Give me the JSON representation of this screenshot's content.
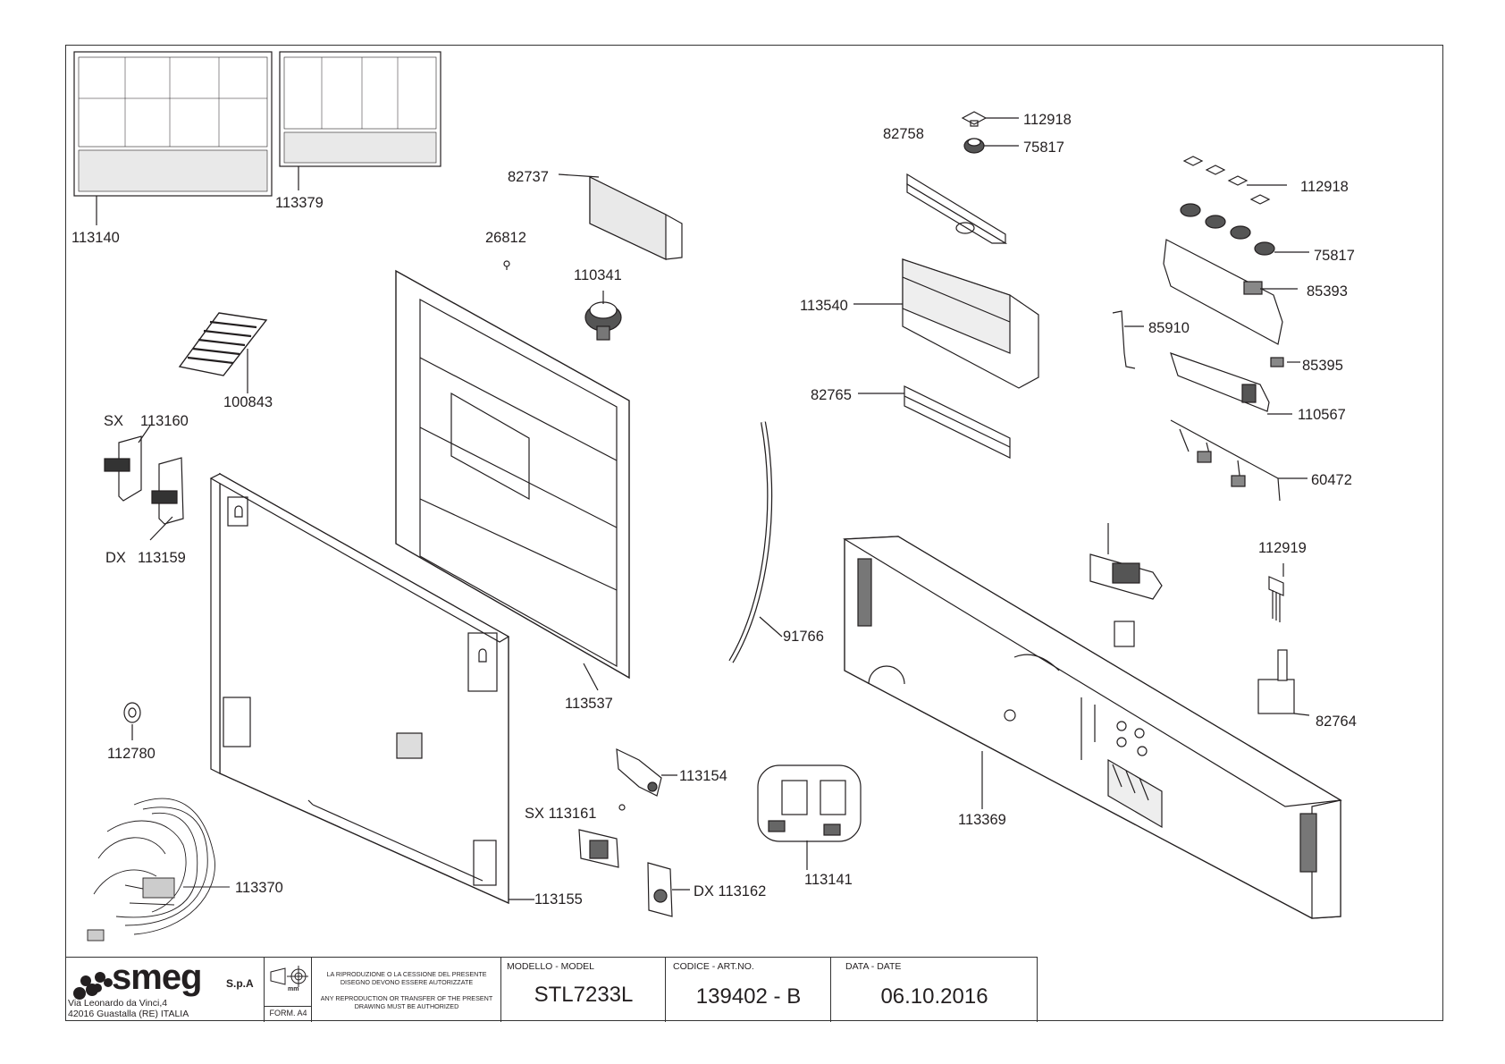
{
  "parts": [
    {
      "code": "113140"
    },
    {
      "code": "113379"
    },
    {
      "code": "82737"
    },
    {
      "code": "26812"
    },
    {
      "code": "110341"
    },
    {
      "code": "100843"
    },
    {
      "code": "SX"
    },
    {
      "code": "113160"
    },
    {
      "code": "DX"
    },
    {
      "code": "113159"
    },
    {
      "code": "113537"
    },
    {
      "code": "113155"
    },
    {
      "code": "112780"
    },
    {
      "code": "113370"
    },
    {
      "code": "91766"
    },
    {
      "code": "113154"
    },
    {
      "code": "SX 113161"
    },
    {
      "code": "DX 113162"
    },
    {
      "code": "113141"
    },
    {
      "code": "82758"
    },
    {
      "code": "112918"
    },
    {
      "code": "75817"
    },
    {
      "code": "113540"
    },
    {
      "code": "82765"
    },
    {
      "code": "112918"
    },
    {
      "code": "75817"
    },
    {
      "code": "85393"
    },
    {
      "code": "85910"
    },
    {
      "code": "85395"
    },
    {
      "code": "110567"
    },
    {
      "code": "60472"
    },
    {
      "code": "112919"
    },
    {
      "code": "82764"
    },
    {
      "code": "113369"
    }
  ],
  "titleblock": {
    "logo": "smeg",
    "company_suffix": "S.p.A",
    "address_line1": "Via Leonardo da Vinci,4",
    "address_line2": "42016  Guastalla (RE) ITALIA",
    "units": "mm",
    "format": "FORM. A4",
    "notice_it": "LA RIPRODUZIONE O LA CESSIONE DEL PRESENTE DISEGNO DEVONO ESSERE AUTORIZZATE",
    "notice_en": "ANY REPRODUCTION OR TRANSFER OF THE PRESENT DRAWING MUST BE AUTHORIZED",
    "model_label": "MODELLO - MODEL",
    "model": "STL7233L",
    "code_label": "CODICE - ART.NO.",
    "code": "139402 - B",
    "date_label": "DATA - DATE",
    "date": "06.10.2016"
  }
}
